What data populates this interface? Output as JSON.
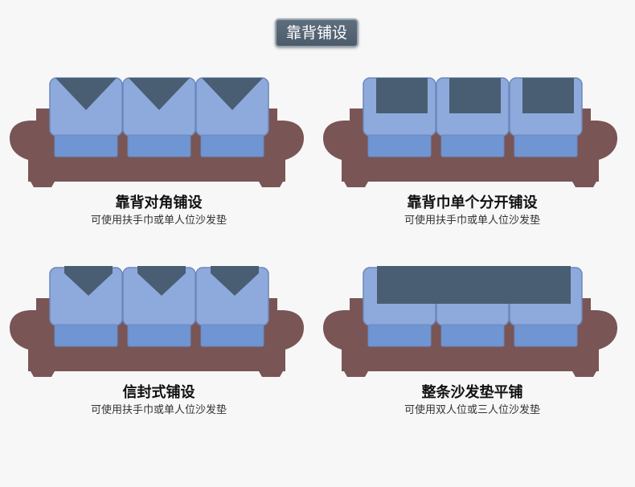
{
  "header": {
    "title": "靠背铺设"
  },
  "colors": {
    "sofa_frame": "#7a5556",
    "cushion_back": "#8eaadc",
    "cushion_seat": "#6f96d3",
    "cushion_border": "#6a88bc",
    "cover": "#4a5e73"
  },
  "layouts": [
    {
      "type": "diagonal",
      "title": "靠背对角铺设",
      "subtitle": "可使用扶手巾或单人位沙发垫"
    },
    {
      "type": "square",
      "title": "靠背巾单个分开铺设",
      "subtitle": "可使用扶手巾或单人位沙发垫"
    },
    {
      "type": "envelope",
      "title": "信封式铺设",
      "subtitle": "可使用扶手巾或单人位沙发垫"
    },
    {
      "type": "full",
      "title": "整条沙发垫平铺",
      "subtitle": "可使用双人位或三人位沙发垫"
    }
  ]
}
